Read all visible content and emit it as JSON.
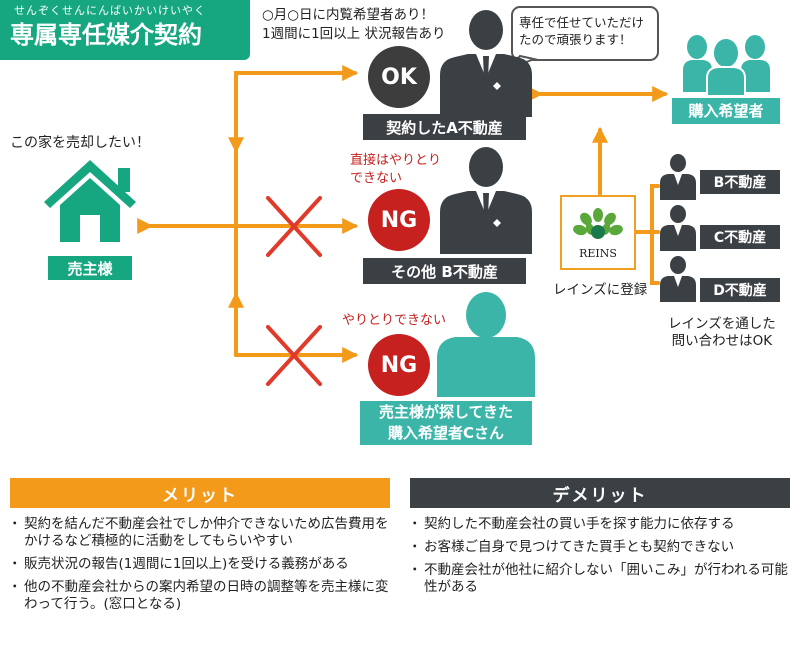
{
  "title": {
    "ruby": "せんぞくせんにんばいかいけいやく",
    "main": "専属専任媒介契約"
  },
  "notes": {
    "report_line1": "○月○日に内覧希望者あり！",
    "report_line2": "1週間に1回以上 状況報告あり",
    "bubble_line1": "専任で任せていただけ",
    "bubble_line2": "たので頑張ります！"
  },
  "seller": {
    "speech": "この家を売却したい！",
    "label": "売主様"
  },
  "agents": {
    "a": {
      "badge": "OK",
      "label": "契約したA不動産"
    },
    "b": {
      "note_line1": "直接はやりとり",
      "note_line2": "できない",
      "badge": "NG",
      "label": "その他 B不動産"
    },
    "c": {
      "note": "やりとりできない",
      "badge": "NG",
      "label_line1": "売主様が探してきた",
      "label_line2": "購入希望者Cさん"
    }
  },
  "buyers": {
    "label": "購入希望者"
  },
  "reins": {
    "logo_text": "REINS",
    "caption": "レインズに登録"
  },
  "other_agents": {
    "items": [
      "B不動産",
      "C不動産",
      "D不動産"
    ],
    "note_line1": "レインズを通した",
    "note_line2": "問い合わせはOK"
  },
  "merit": {
    "title": "メリット",
    "items": [
      "契約を結んだ不動産会社でしか仲介できないため広告費用をかけるなど積極的に活動をしてもらいやすい",
      "販売状況の報告(1週間に1回以上)を受ける義務がある",
      "他の不動産会社からの案内希望の日時の調整等を売主様に変わって行う。(窓口となる)"
    ]
  },
  "demerit": {
    "title": "デメリット",
    "items": [
      "契約した不動産会社の買い手を探す能力に依存する",
      "お客様ご自身で見つけてきた買手とも契約できない",
      "不動産会社が他社に紹介しない「囲いこみ」が行われる可能性がある"
    ]
  },
  "colors": {
    "green": "#17a780",
    "orange": "#f39a1a",
    "dark": "#3b4045",
    "red": "#c6201f",
    "teal": "#3ab5a8"
  }
}
